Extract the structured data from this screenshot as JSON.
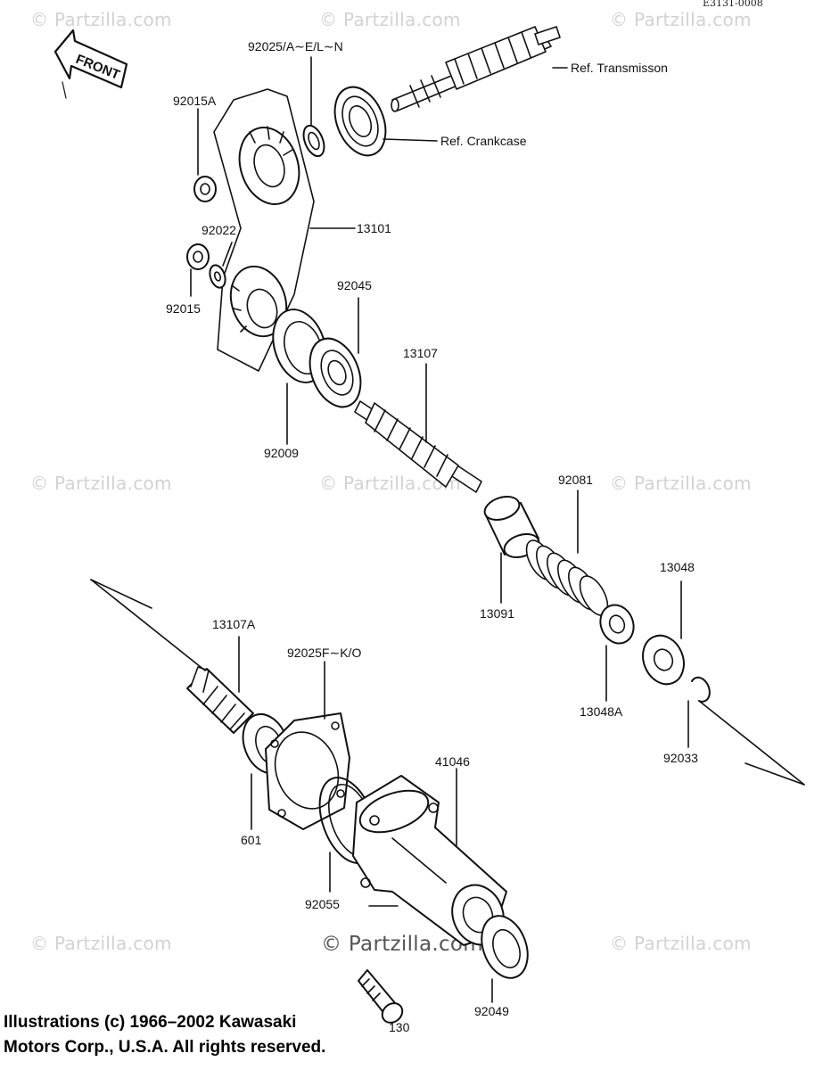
{
  "diagram_code": "E3131-0008",
  "watermark": "© Partzilla.com",
  "front_arrow": "FRONT",
  "copyright": {
    "line1": "Illustrations (c) 1966–2002 Kawasaki",
    "line2": "Motors Corp., U.S.A.  All rights reserved."
  },
  "callouts": {
    "p92025_a": "92025/A∼E/L∼N",
    "ref_transmission": "Ref. Transmisson",
    "p92015a": "92015A",
    "ref_crankcase": "Ref. Crankcase",
    "p13101": "13101",
    "p92022": "92022",
    "p92045": "92045",
    "p92015": "92015",
    "p13107": "13107",
    "p92009": "92009",
    "p92081": "92081",
    "p13048": "13048",
    "p13091": "13091",
    "p13107a": "13107A",
    "p92025f": "92025F∼K/O",
    "p13048a": "13048A",
    "p92033": "92033",
    "p41046": "41046",
    "p601": "601",
    "p92055": "92055",
    "p92049": "92049",
    "p130": "130"
  },
  "colors": {
    "ink": "#111111",
    "watermark": "#d2d2d2",
    "background": "#ffffff"
  }
}
